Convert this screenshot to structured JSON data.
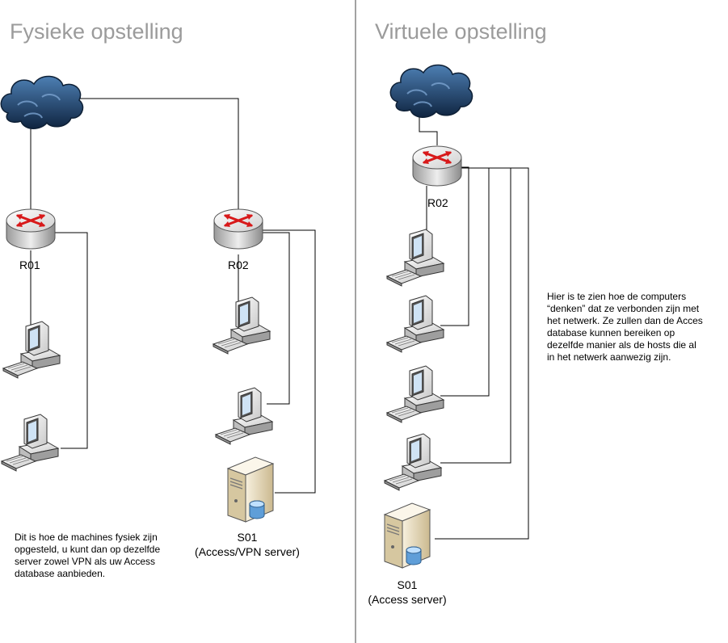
{
  "left": {
    "title": "Fysieke opstelling",
    "router1_label": "R01",
    "router2_label": "R02",
    "server_name": "S01",
    "server_role": "(Access/VPN server)",
    "note_lines": [
      "Dit is hoe de machines fysiek zijn",
      "opgesteld, u kunt dan op dezelfde",
      "server zowel VPN als uw Access",
      "database aanbieden."
    ]
  },
  "right": {
    "title": "Virtuele opstelling",
    "router_label": "R02",
    "server_name": "S01",
    "server_role": "(Access server)",
    "note_lines": [
      "Hier is te zien hoe de computers",
      "“denken” dat ze verbonden zijn met",
      "het netwerk. Ze zullen dan de Acces",
      "database kunnen bereiken op",
      "dezelfde manier als de hosts die al",
      "in het netwerk aanwezig zijn."
    ]
  },
  "colors": {
    "line": "#000000",
    "title": "#9b9b9b",
    "cloud": "#1f3f66",
    "router_arrow": "#d8191a",
    "server_body": "#e8dcc0"
  },
  "icons": [
    "cloud-icon",
    "router-icon",
    "computer-icon",
    "server-icon"
  ]
}
